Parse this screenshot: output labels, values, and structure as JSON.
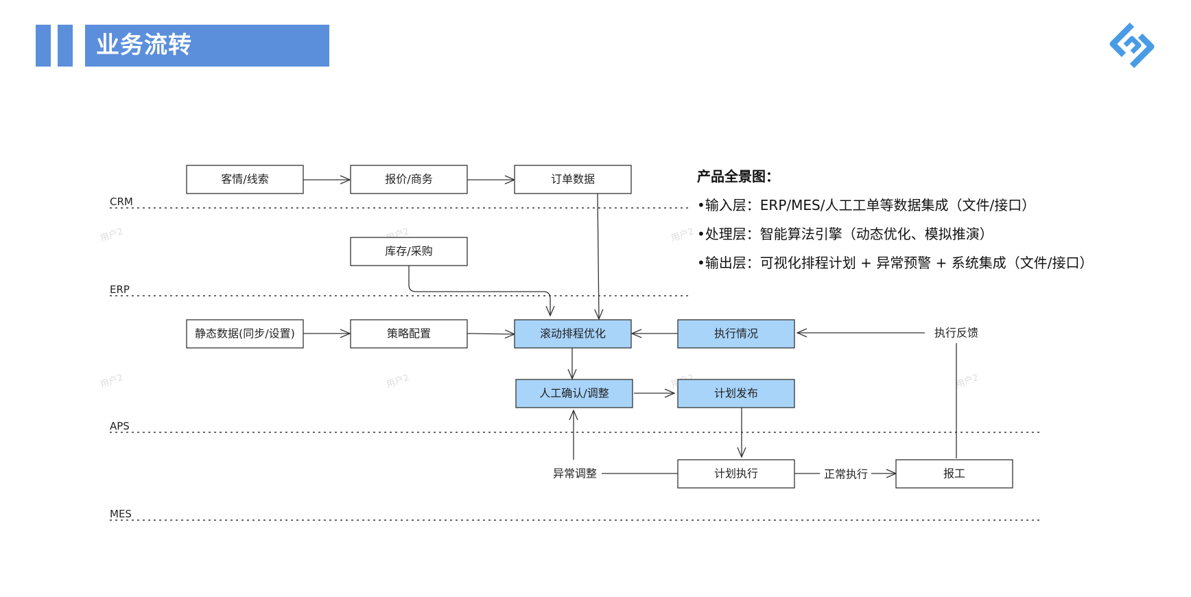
{
  "header": {
    "title": "业务流转"
  },
  "lanes": [
    {
      "id": "crm",
      "label": "CRM"
    },
    {
      "id": "erp",
      "label": "ERP"
    },
    {
      "id": "aps",
      "label": "APS"
    },
    {
      "id": "mes",
      "label": "MES"
    }
  ],
  "nodes": {
    "n1": "客情/线索",
    "n2": "报价/商务",
    "n3": "订单数据",
    "n4": "库存/采购",
    "n5": "静态数据(同步/设置)",
    "n6": "策略配置",
    "n7": "滚动排程优化",
    "n8": "执行情况",
    "n9": "人工确认/调整",
    "n10": "计划发布",
    "n11": "计划执行",
    "n12": "报工"
  },
  "labels": {
    "feedback": "执行反馈",
    "exception": "异常调整",
    "normal": "正常执行"
  },
  "watermark": "用户2",
  "info": {
    "heading": "产品全景图：",
    "lines": [
      "•输入层：ERP/MES/人工工单等数据集成（文件/接口）",
      "•处理层：智能算法引擎（动态优化、模拟推演）",
      "•输出层：可视化排程计划 + 异常预警 +  系统集成（文件/接口）"
    ]
  },
  "colors": {
    "accent": "#5b8fdb",
    "highlight_fill": "#a8d4fa",
    "node_fill": "#ffffff",
    "stroke": "#333333"
  },
  "icons": {
    "logo": "company-logo-icon"
  }
}
